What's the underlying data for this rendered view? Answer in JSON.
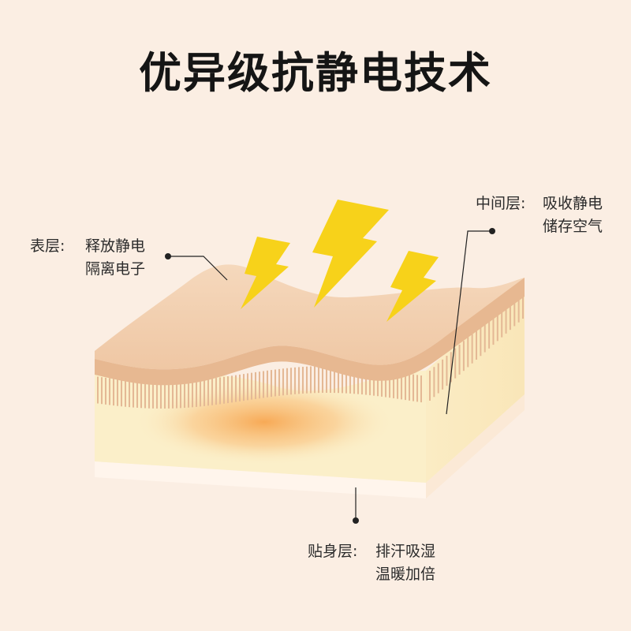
{
  "title": "优异级抗静电技术",
  "layers": {
    "surface": {
      "name": "表层:",
      "lines": [
        "释放静电",
        "隔离电子"
      ]
    },
    "middle": {
      "name": "中间层:",
      "lines": [
        "吸收静电",
        "储存空气"
      ]
    },
    "inner": {
      "name": "贴身层:",
      "lines": [
        "排汗吸湿",
        "温暖加倍"
      ]
    }
  },
  "colors": {
    "background": "#fbeee3",
    "top_layer": "#f2d0b2",
    "top_layer_edge": "#e7b891",
    "fiber": "#e4b895",
    "middle_layer": "#fbefc9",
    "bottom_layer": "#fff5ec",
    "warm_glow": "#f7a650",
    "lightning": "#f7d21a",
    "line": "#222222"
  },
  "icons": [
    "lightning-bolt-icon",
    "lightning-bolt-icon",
    "lightning-bolt-icon"
  ]
}
